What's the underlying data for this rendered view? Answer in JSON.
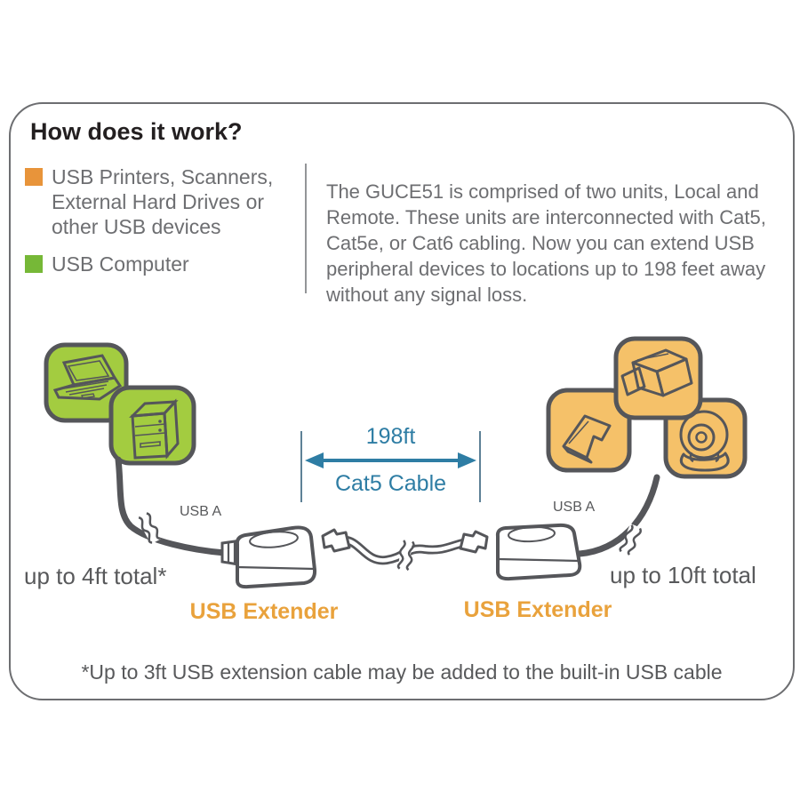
{
  "header": {
    "title": "How does it work?"
  },
  "legend": {
    "items": [
      {
        "label": "USB Printers, Scanners, External Hard Drives or other USB devices",
        "color": "#e8943a"
      },
      {
        "label": "USB Computer",
        "color": "#76b837"
      }
    ]
  },
  "description": {
    "text": "The GUCE51 is comprised of two units, Local and Remote. These units are interconnected with Cat5, Cat5e, or Cat6 cabling. Now you can extend USB peripheral devices to locations up to 198 feet away without any signal loss."
  },
  "diagram": {
    "distance": "198ft",
    "cable_type": "Cat5 Cable",
    "local_port": "USB A",
    "remote_port": "USB A",
    "local_cable_length": "up to 4ft total*",
    "remote_cable_length": "up to 10ft total",
    "local_unit": "USB Extender",
    "remote_unit": "USB Extender"
  },
  "footnote": {
    "text": "*Up to 3ft USB extension cable may be added to the built-in USB cable"
  },
  "colors": {
    "computer_box": "#a3cc40",
    "device_box": "#f5c169",
    "outline": "#55565a",
    "measure": "#2e7da4",
    "body_text": "#6d6e71",
    "extender_label": "#e9a23c"
  }
}
